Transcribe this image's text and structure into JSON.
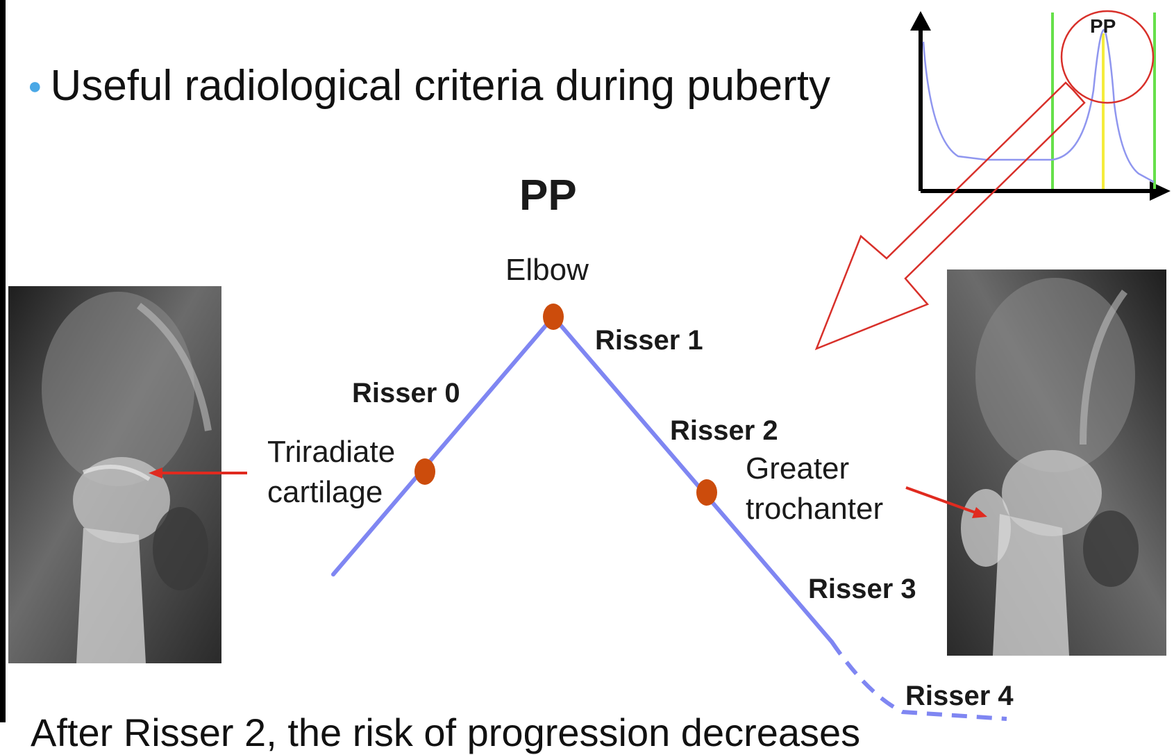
{
  "slide": {
    "bullet": "Useful radiological criteria during puberty",
    "bottom_text": "After Risser 2, the risk of progression decreases"
  },
  "diagram": {
    "title": "PP",
    "labels": {
      "elbow": "Elbow",
      "risser0": "Risser 0",
      "risser1": "Risser 1",
      "risser2": "Risser 2",
      "risser3": "Risser 3",
      "risser4": "Risser 4",
      "triradiate_line1": "Triradiate",
      "triradiate_line2": "cartilage",
      "greater_line1": "Greater",
      "greater_line2": "trochanter"
    },
    "inset_label": "PP",
    "colors": {
      "curve": "#7f86f2",
      "dot": "#cc4c0c",
      "arrow": "#e02a1f",
      "inset_green": "#66e04a",
      "inset_yellow": "#f5ec3c",
      "inset_circle": "#d8302a"
    }
  }
}
